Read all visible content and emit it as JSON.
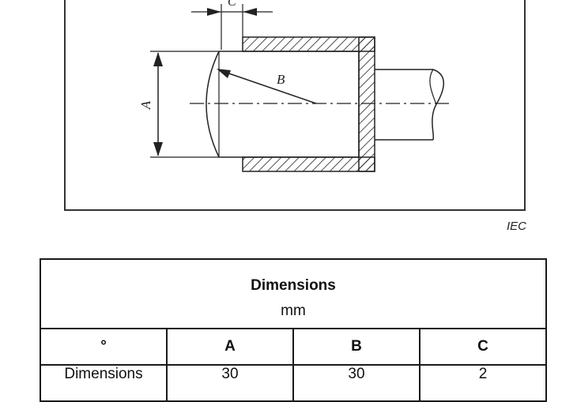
{
  "figure": {
    "labels": {
      "a": "A",
      "b": "B",
      "c": "C"
    },
    "credit": "IEC"
  },
  "table": {
    "title": "Dimensions",
    "unit": "mm",
    "headers": [
      "°",
      "A",
      "B",
      "C"
    ],
    "rows": [
      {
        "label": "Dimensions",
        "values": [
          "30",
          "30",
          "2"
        ]
      }
    ]
  }
}
